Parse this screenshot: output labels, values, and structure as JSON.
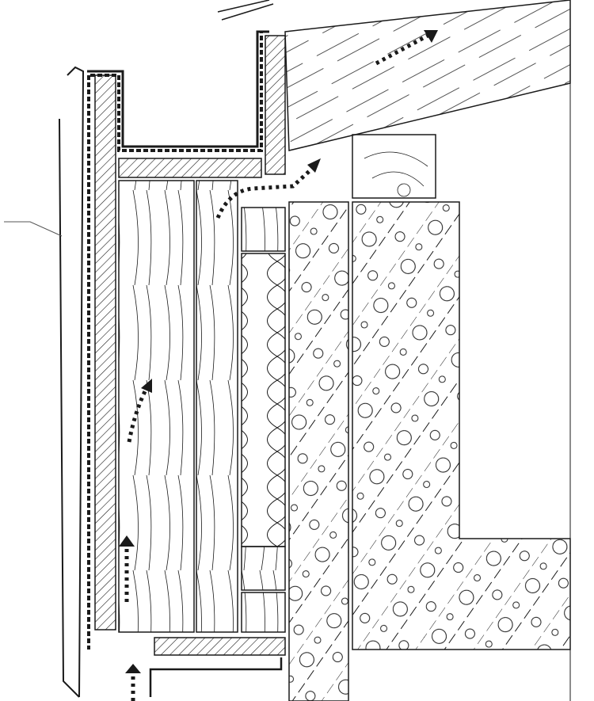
{
  "colors": {
    "line": "#1a1a1a",
    "background": "#ffffff",
    "leader": "#555555"
  },
  "diagram": {
    "type": "architectural section detail",
    "components": [
      "cladding-panel",
      "membrane",
      "battens",
      "window-frame-profile",
      "timber-studs",
      "insulation",
      "timber-blocks",
      "concrete-wall",
      "concrete-column",
      "concrete-slab",
      "roof-timber",
      "timber-beam",
      "ventilation-arrows"
    ]
  }
}
